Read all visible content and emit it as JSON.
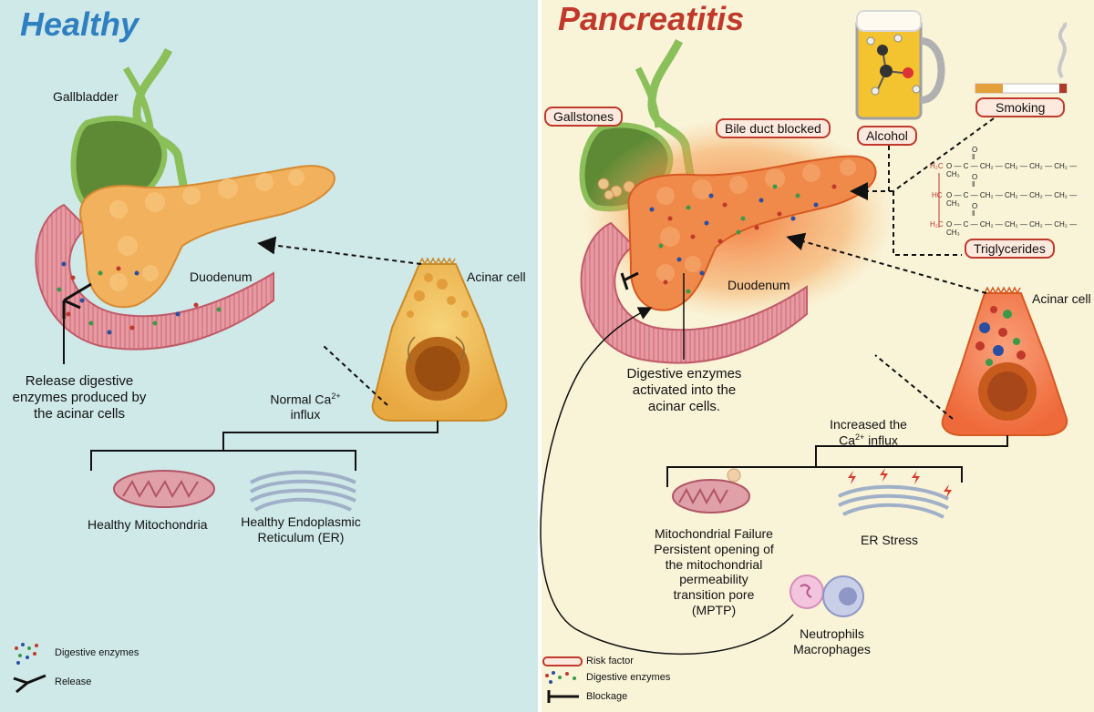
{
  "healthy": {
    "title": "Healthy",
    "gallbladder": "Gallbladder",
    "duodenum": "Duodenum",
    "acinar_cell": "Acinar cell",
    "release_line1": "Release digestive",
    "release_line2": "enzymes produced by",
    "release_line3": "the acinar cells",
    "calcium_line1_pre": "Normal Ca",
    "calcium_sup": "2+",
    "calcium_line2": "influx",
    "mitochondria": "Healthy Mitochondria",
    "er_line1": "Healthy Endoplasmic",
    "er_line2": "Reticulum (ER)",
    "legend_enzymes": "Digestive enzymes",
    "legend_release": "Release"
  },
  "pancreatitis": {
    "title": "Pancreatitis",
    "gallstones": "Gallstones",
    "bile_duct": "Bile duct blocked",
    "alcohol": "Alcohol",
    "smoking": "Smoking",
    "triglycerides": "Triglycerides",
    "duodenum": "Duodenum",
    "acinar_cell": "Acinar cell",
    "enzymes_line1": "Digestive enzymes",
    "enzymes_line2": "activated into the",
    "enzymes_line3": "acinar cells.",
    "calcium_line1": "Increased the",
    "calcium_pre": "Ca",
    "calcium_sup": "2+",
    "calcium_post": " influx",
    "mito_line1": "Mitochondrial Failure",
    "mito_line2": "Persistent opening of",
    "mito_line3": "the mitochondrial",
    "mito_line4": "permeability",
    "mito_line5": "transition pore",
    "mito_line6": "(MPTP)",
    "er_stress": "ER Stress",
    "immune_line1": "Neutrophils",
    "immune_line2": "Macrophages",
    "legend_risk": "Risk factor",
    "legend_enzymes": "Digestive enzymes",
    "legend_blockage": "Blockage",
    "tg_row": "O — C — CH₂ — CH₂ — CH₂ — CH₂ — CH₃",
    "tg_h2c": "H₂C",
    "tg_hc": "HC",
    "tg_o": "O",
    "tg_dbl": "‖"
  },
  "colors": {
    "healthy_bg": "#cfe9e8",
    "disease_bg": "#f9f3d8",
    "healthy_title": "#2f7fc1",
    "disease_title": "#c0392b",
    "risk_border": "#c0392b"
  }
}
